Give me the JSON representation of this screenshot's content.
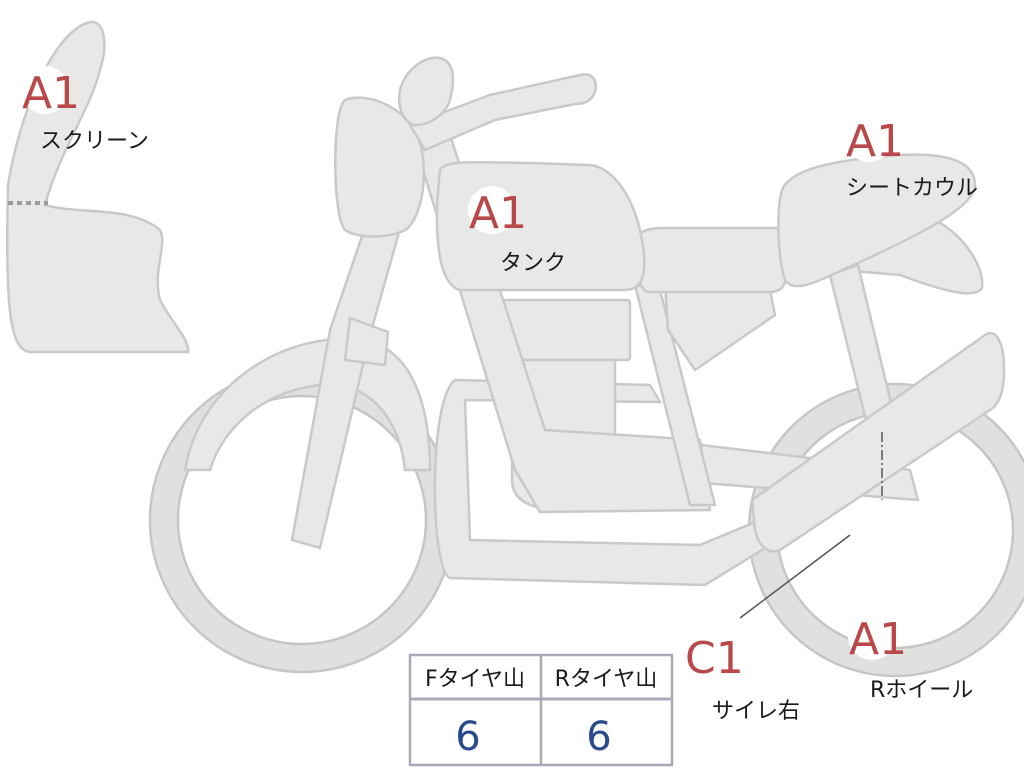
{
  "annotations": [
    {
      "grade": "A1",
      "label": "スクリーン"
    },
    {
      "grade": "A1",
      "label": "タンク"
    },
    {
      "grade": "A1",
      "label": "シートカウル"
    },
    {
      "grade": "A1",
      "label": "Rホイール"
    },
    {
      "grade": "C1",
      "label": "サイレ右"
    }
  ],
  "tire_table": {
    "headers": [
      "Fタイヤ山",
      "Rタイヤ山"
    ],
    "values": [
      "6",
      "6"
    ]
  },
  "colors": {
    "grade_text": "#b8484a",
    "value_text": "#2b4a8c",
    "part_fill": "#e8e8e6",
    "part_stroke": "#c9c9c9"
  }
}
